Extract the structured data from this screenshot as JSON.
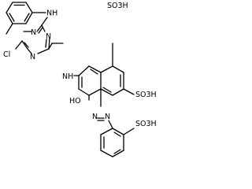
{
  "structure": {
    "colors": {
      "ink": "#000000",
      "background": "#ffffff"
    },
    "labels": {
      "nh_top": "NH",
      "n_triazine_top": "N",
      "n_triazine_left": "N",
      "n_triazine_bottom": "N",
      "cl": "Cl",
      "nh_linker": "NH",
      "so3h_top": "SO3H",
      "so3h_right": "SO3H",
      "ho": "HO",
      "n_azo_1": "N",
      "n_azo_2": "N",
      "so3h_bottom": "SO3H"
    }
  }
}
